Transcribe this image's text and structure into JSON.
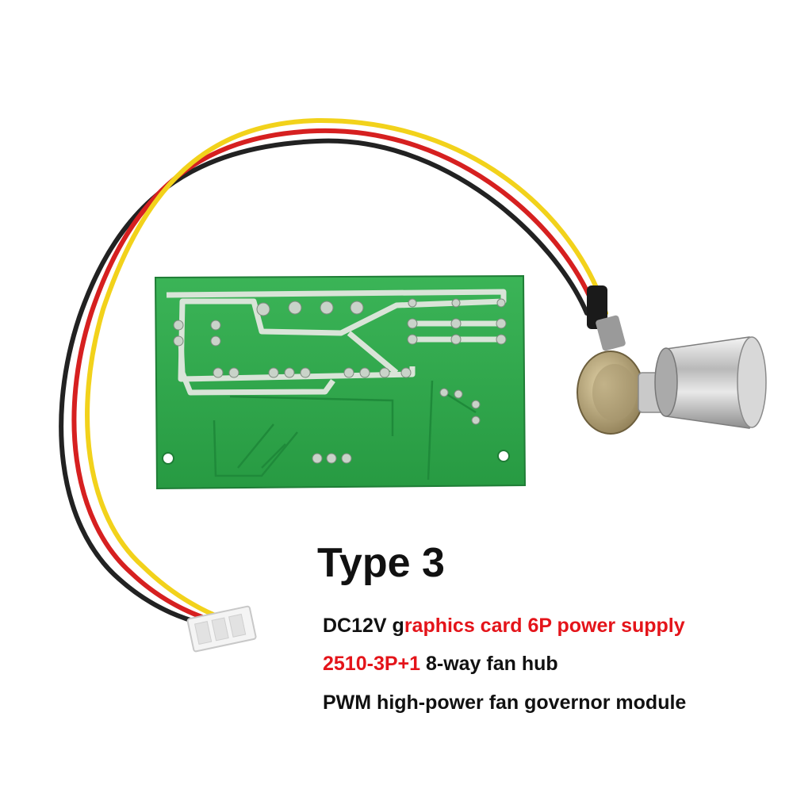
{
  "title": "Type 3",
  "lines": [
    {
      "black": "DC12V g",
      "red": "raphics card 6P power supply"
    },
    {
      "red": "2510-3P+1",
      "black": " 8-way fan hub"
    },
    {
      "black": "PWM high-power fan governor module"
    }
  ],
  "colors": {
    "board": "#2fa84b",
    "trace": "#d9e4d8",
    "wire_black": "#222222",
    "wire_red": "#d62020",
    "wire_yellow": "#f2d21b",
    "accent_text": "#e4141a"
  }
}
